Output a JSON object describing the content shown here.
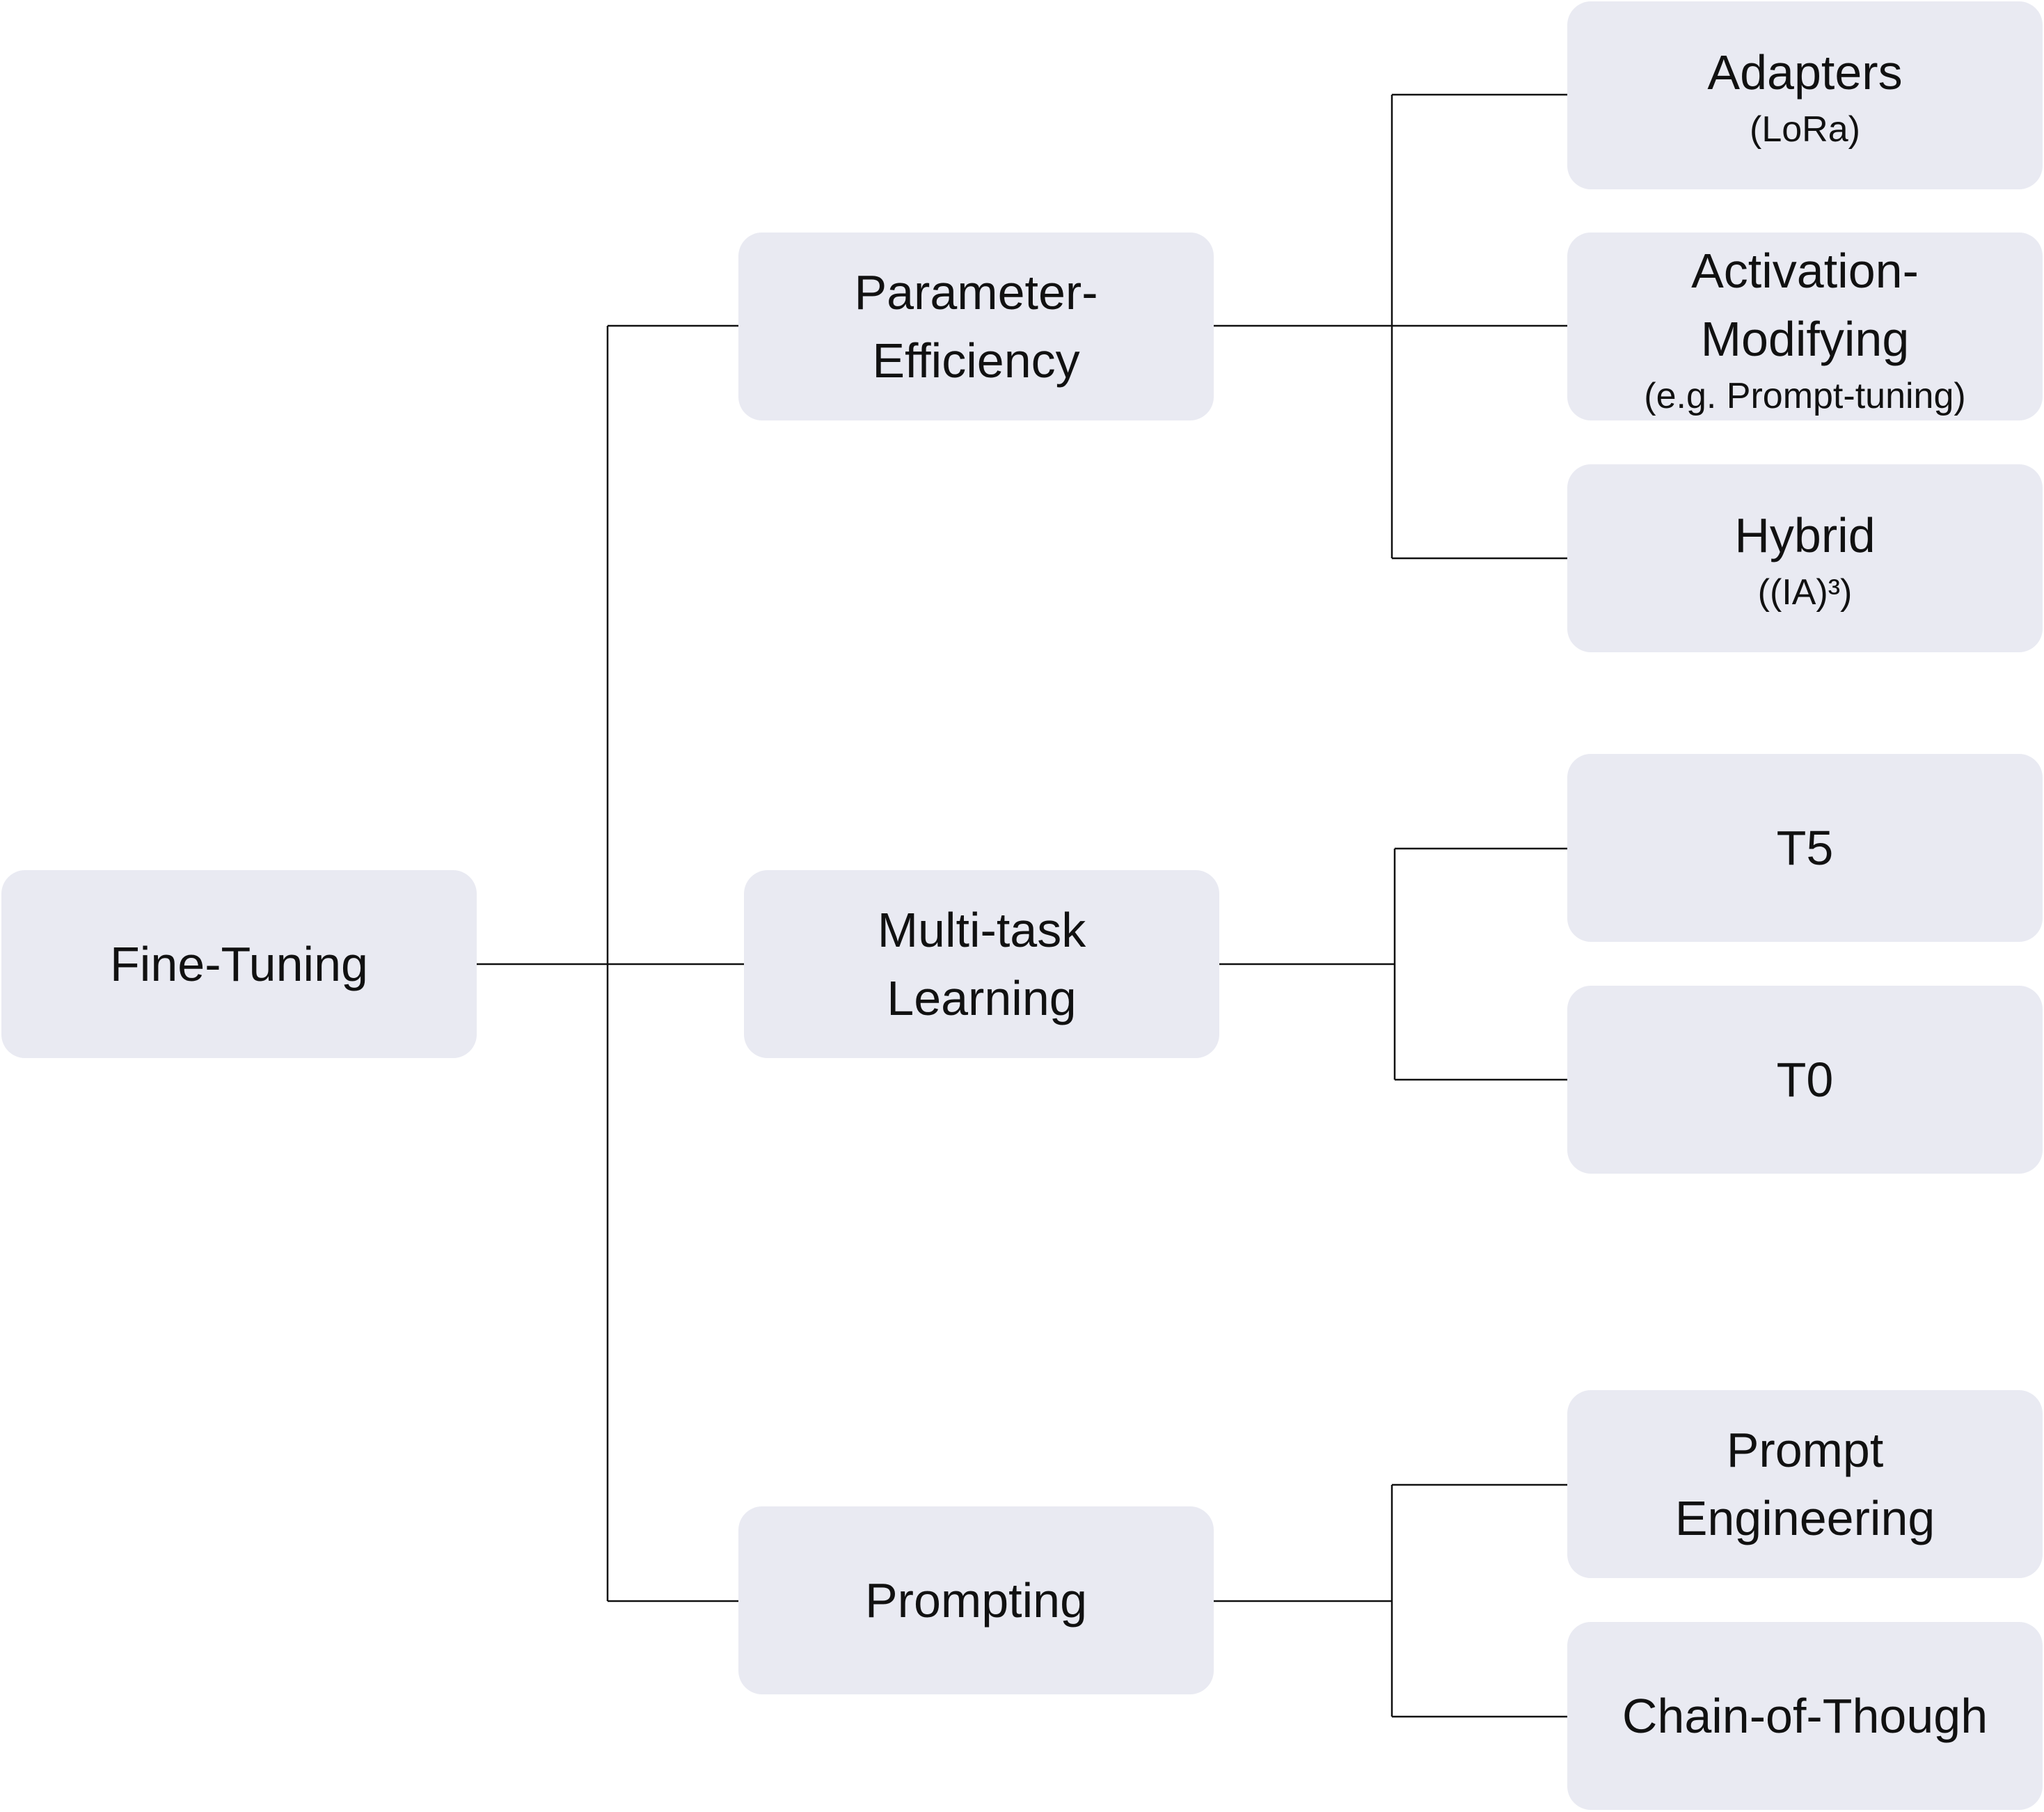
{
  "root": {
    "label": "Fine-Tuning"
  },
  "branches": {
    "parameter_efficiency": {
      "label": "Parameter-\nEfficiency",
      "children": {
        "adapters": {
          "label": "Adapters",
          "sub": "(LoRa)"
        },
        "activation_modifying": {
          "label": "Activation-\nModifying",
          "sub": "(e.g. Prompt-tuning)"
        },
        "hybrid": {
          "label": "Hybrid",
          "sub": "((IA)³)"
        }
      }
    },
    "multi_task_learning": {
      "label": "Multi-task\nLearning",
      "children": {
        "t5": {
          "label": "T5"
        },
        "t0": {
          "label": "T0"
        }
      }
    },
    "prompting": {
      "label": "Prompting",
      "children": {
        "prompt_engineering": {
          "label": "Prompt\nEngineering"
        },
        "chain_of_thought": {
          "label": "Chain-of-Though"
        }
      }
    }
  },
  "colors": {
    "node_fill": "#e9eaf2",
    "connector": "#111111",
    "text": "#111111"
  }
}
